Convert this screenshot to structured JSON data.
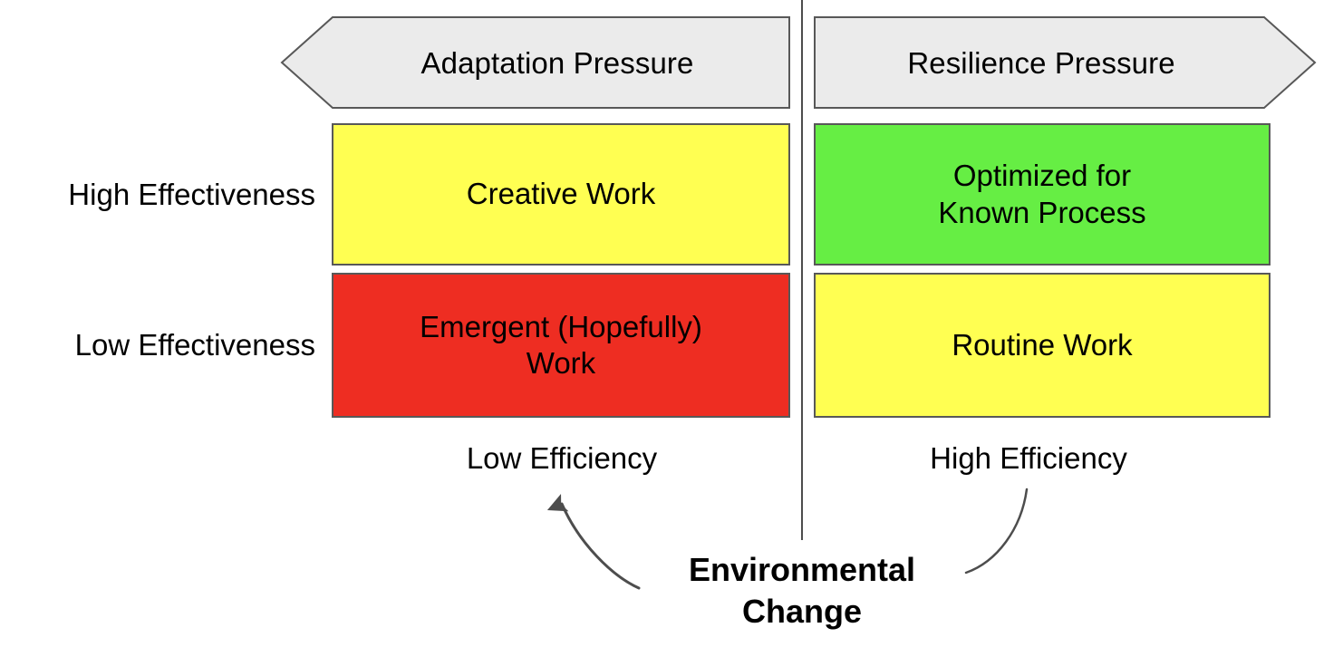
{
  "diagram": {
    "title_caption": "Environmental\nChange",
    "banners": [
      {
        "id": "adaptation-pressure",
        "label": "Adaptation Pressure",
        "direction": "left",
        "fill": "#ebebeb",
        "stroke": "#585858"
      },
      {
        "id": "resilience-pressure",
        "label": "Resilience Pressure",
        "direction": "right",
        "fill": "#ebebeb",
        "stroke": "#585858"
      }
    ],
    "row_labels": [
      {
        "id": "high-effectiveness",
        "label": "High Effectiveness"
      },
      {
        "id": "low-effectiveness",
        "label": "Low Effectiveness"
      }
    ],
    "column_labels": [
      {
        "id": "low-efficiency",
        "label": "Low Efficiency"
      },
      {
        "id": "high-efficiency",
        "label": "High Efficiency"
      }
    ],
    "quadrants": [
      {
        "id": "creative-work",
        "label": "Creative Work",
        "row": "High Effectiveness",
        "column": "Low Efficiency",
        "fill": "#ffff52",
        "stroke": "#585858"
      },
      {
        "id": "optimized-for-known-process",
        "label": "Optimized for\nKnown Process",
        "row": "High Effectiveness",
        "column": "High Efficiency",
        "fill": "#66ee44",
        "stroke": "#585858"
      },
      {
        "id": "emergent-hopefully-work",
        "label": "Emergent (Hopefully)\nWork",
        "row": "Low Effectiveness",
        "column": "Low Efficiency",
        "fill": "#ee2d22",
        "stroke": "#585858"
      },
      {
        "id": "routine-work",
        "label": "Routine Work",
        "row": "Low Effectiveness",
        "column": "High Efficiency",
        "fill": "#ffff52",
        "stroke": "#585858"
      }
    ],
    "connectors": [
      {
        "id": "change-to-low-efficiency",
        "from": "Environmental Change",
        "to": "Low Efficiency",
        "arrowhead": true,
        "color": "#4d4d4d"
      },
      {
        "id": "change-to-high-efficiency",
        "from": "Environmental Change",
        "to": "High Efficiency",
        "arrowhead": false,
        "color": "#4d4d4d"
      }
    ],
    "divider": {
      "id": "vertical-axis-divider",
      "color": "#4d4d4d"
    }
  }
}
